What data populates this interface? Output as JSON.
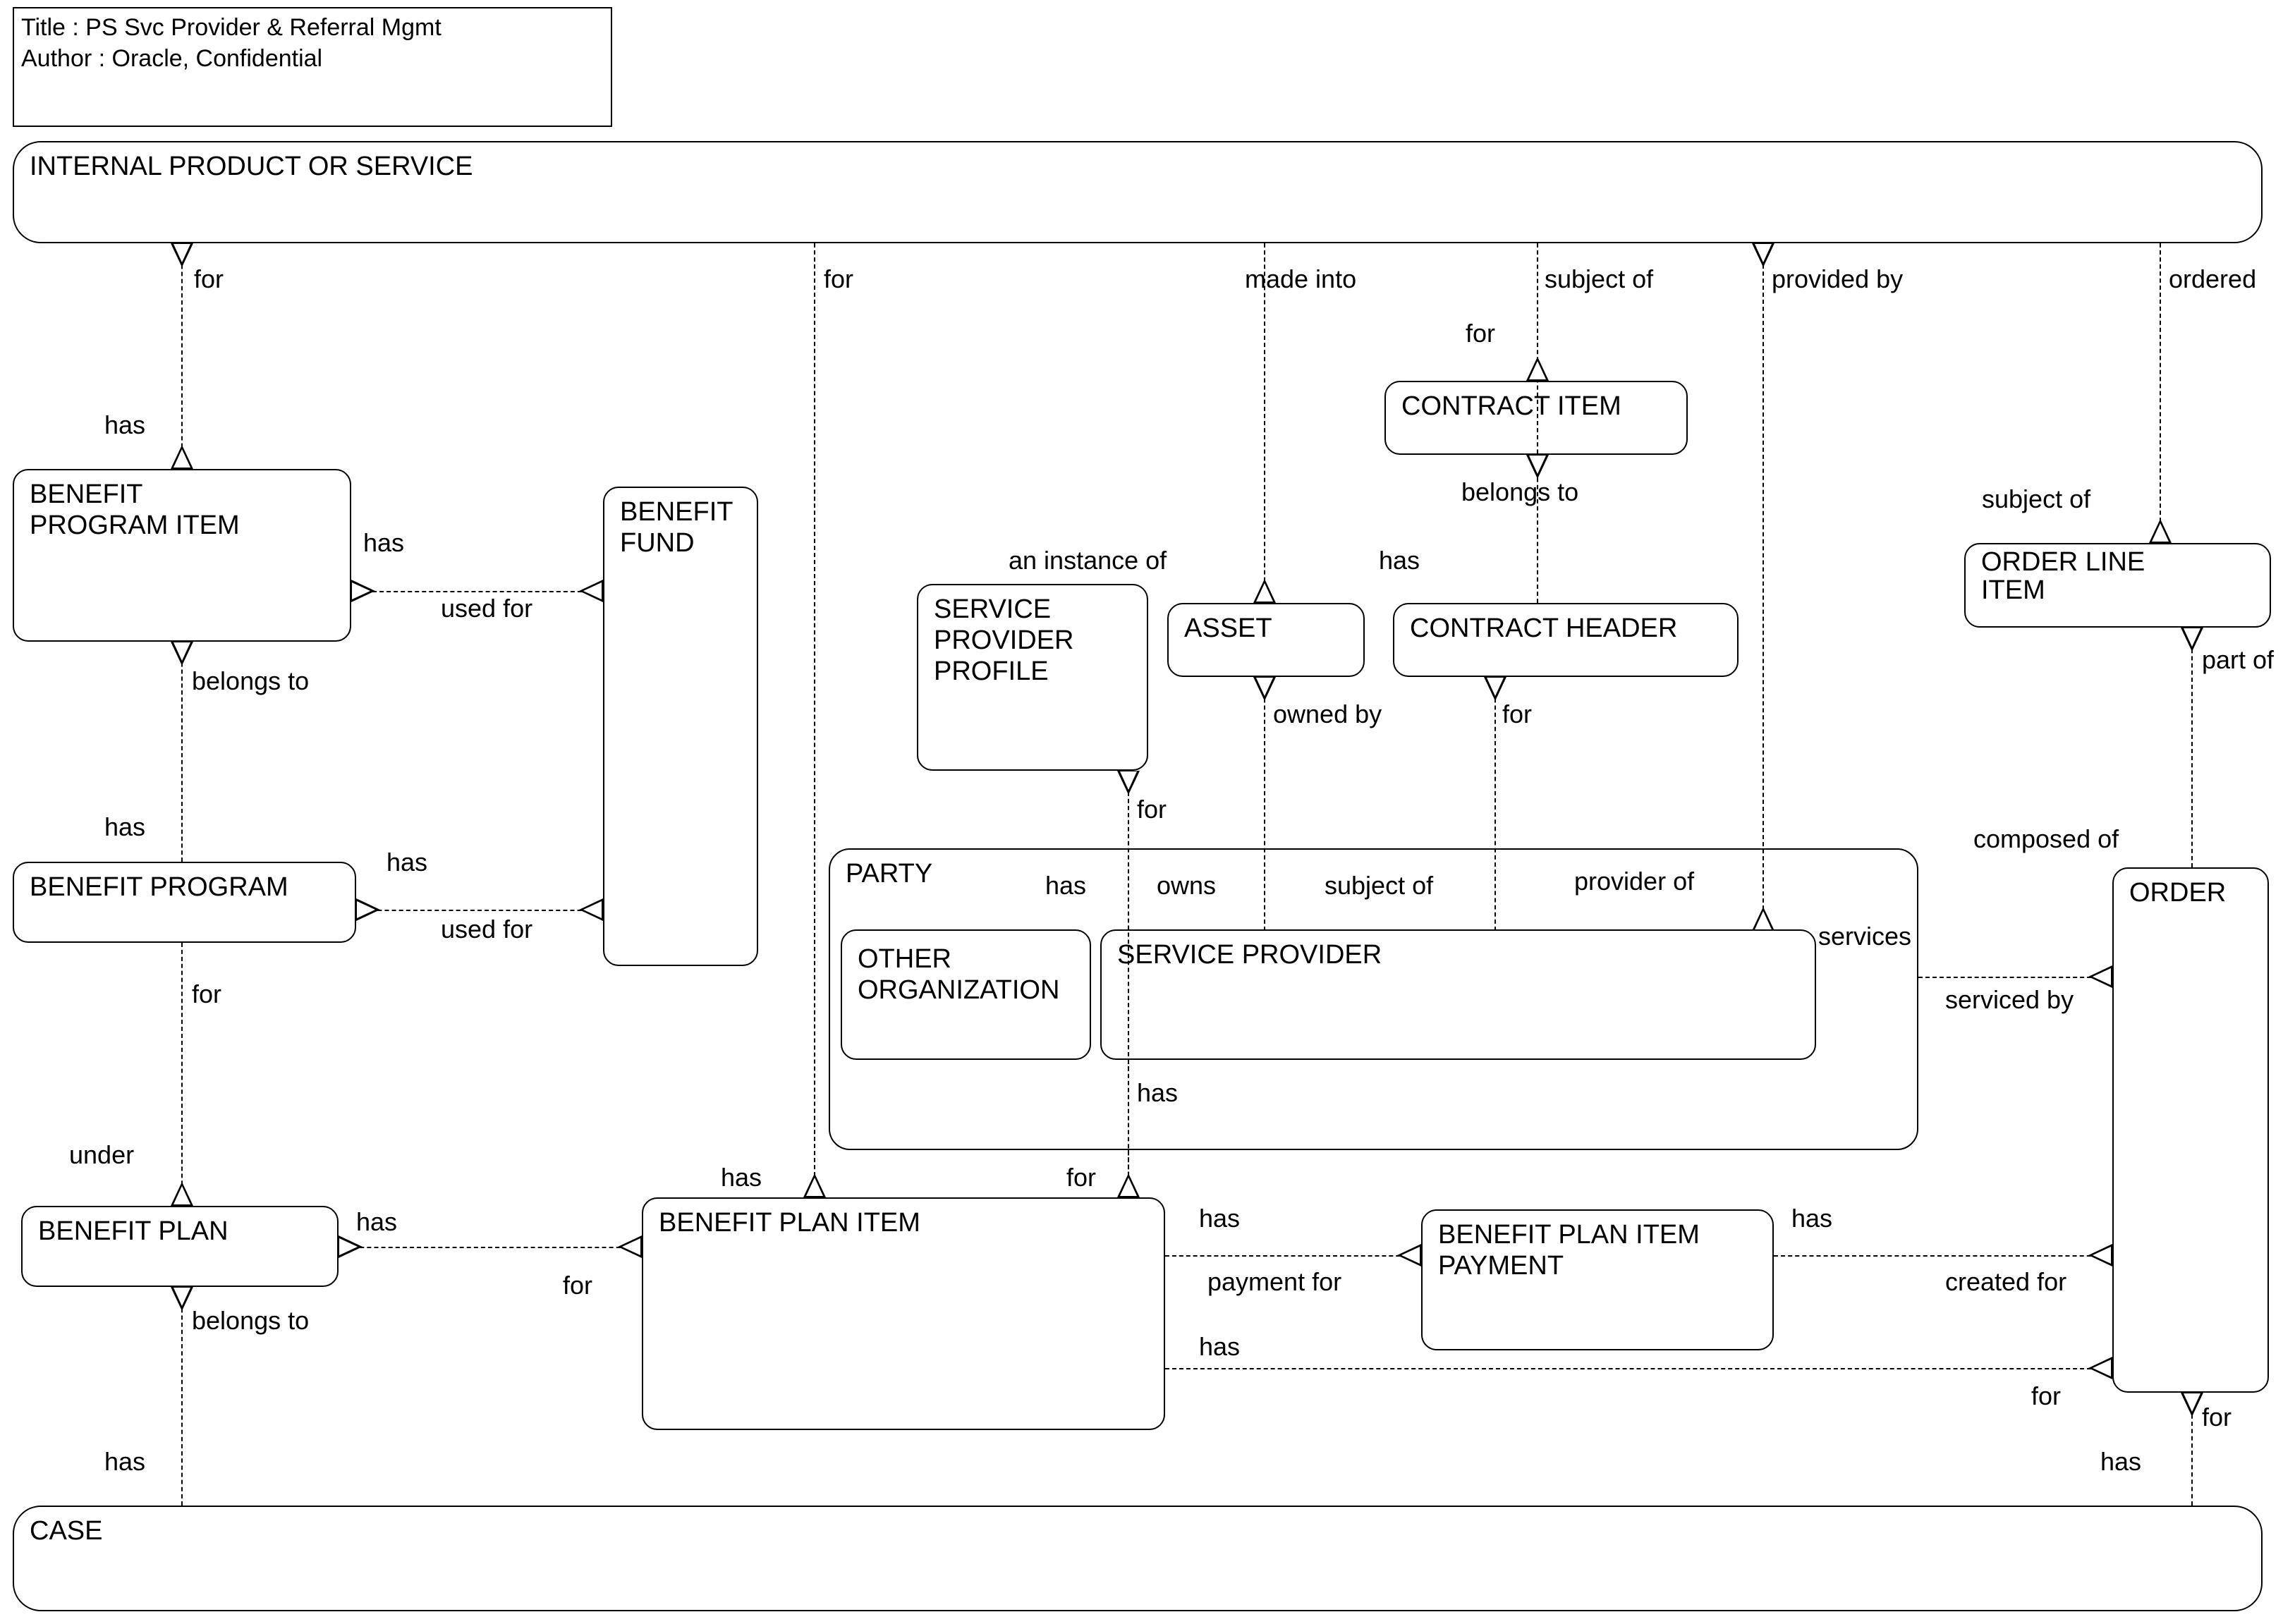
{
  "diagram": {
    "title_line_1": "Title : PS Svc Provider & Referral Mgmt",
    "title_line_2": "Author : Oracle, Confidential",
    "notation": "crow's-foot entity relationship diagram",
    "line_color": "#000000",
    "background_color": "#ffffff"
  },
  "entities": {
    "internal_product_or_service": "INTERNAL PRODUCT OR SERVICE",
    "benefit_program_item": "BENEFIT\nPROGRAM ITEM",
    "benefit_fund": "BENEFIT\nFUND",
    "benefit_program": "BENEFIT PROGRAM",
    "benefit_plan": "BENEFIT PLAN",
    "benefit_plan_item": "BENEFIT PLAN ITEM",
    "benefit_plan_item_payment": "BENEFIT PLAN ITEM\nPAYMENT",
    "service_provider_profile": "SERVICE\nPROVIDER\nPROFILE",
    "asset": "ASSET",
    "contract_item": "CONTRACT ITEM",
    "contract_header": "CONTRACT HEADER",
    "party": "PARTY",
    "other_organization": "OTHER\nORGANIZATION",
    "service_provider": "SERVICE PROVIDER",
    "order_line_item": "ORDER LINE\nITEM",
    "order": "ORDER",
    "case": "CASE"
  },
  "relationship_labels": {
    "ips_for_bpi": "for",
    "bpi_has_top": "has",
    "bpi_has_right": "has",
    "fund_used_for_top": "used for",
    "bpi_belongs_to": "belongs to",
    "bprog_has_top": "has",
    "bprog_has_right": "has",
    "fund_used_for_bottom": "used for",
    "bprog_for": "for",
    "bplan_under": "under",
    "bplan_has_right": "has",
    "bpi_item_for": "for",
    "bplan_belongs_to": "belongs to",
    "bplan_has_case": "has",
    "ips_for_bplanitem": "for",
    "ips_made_into": "made into",
    "ips_subject_of": "subject of",
    "ips_provided_by": "provided by",
    "ips_ordered": "ordered",
    "citem_for": "for",
    "citem_belongs_to": "belongs to",
    "asset_an_instance_of": "an instance of",
    "cheader_has": "has",
    "asset_owned_by": "owned by",
    "cheader_for": "for",
    "spp_for": "for",
    "party_has": "has",
    "party_owns": "owns",
    "party_subject_of": "subject of",
    "party_provider_of": "provider of",
    "sp_services": "services",
    "order_serviced_by": "serviced by",
    "sp_has": "has",
    "bplanitem_has_top": "has",
    "bplanitem_for_top": "for",
    "bpip_has_left": "has",
    "payment_for": "payment for",
    "bplanitem_has_bottom": "has",
    "bpip_has_right": "has",
    "order_created_for": "created for",
    "order_for_bottom": "for",
    "oli_subject_of": "subject of",
    "oli_part_of": "part of",
    "order_composed_of": "composed of",
    "order_for_case": "for",
    "case_has": "has"
  }
}
